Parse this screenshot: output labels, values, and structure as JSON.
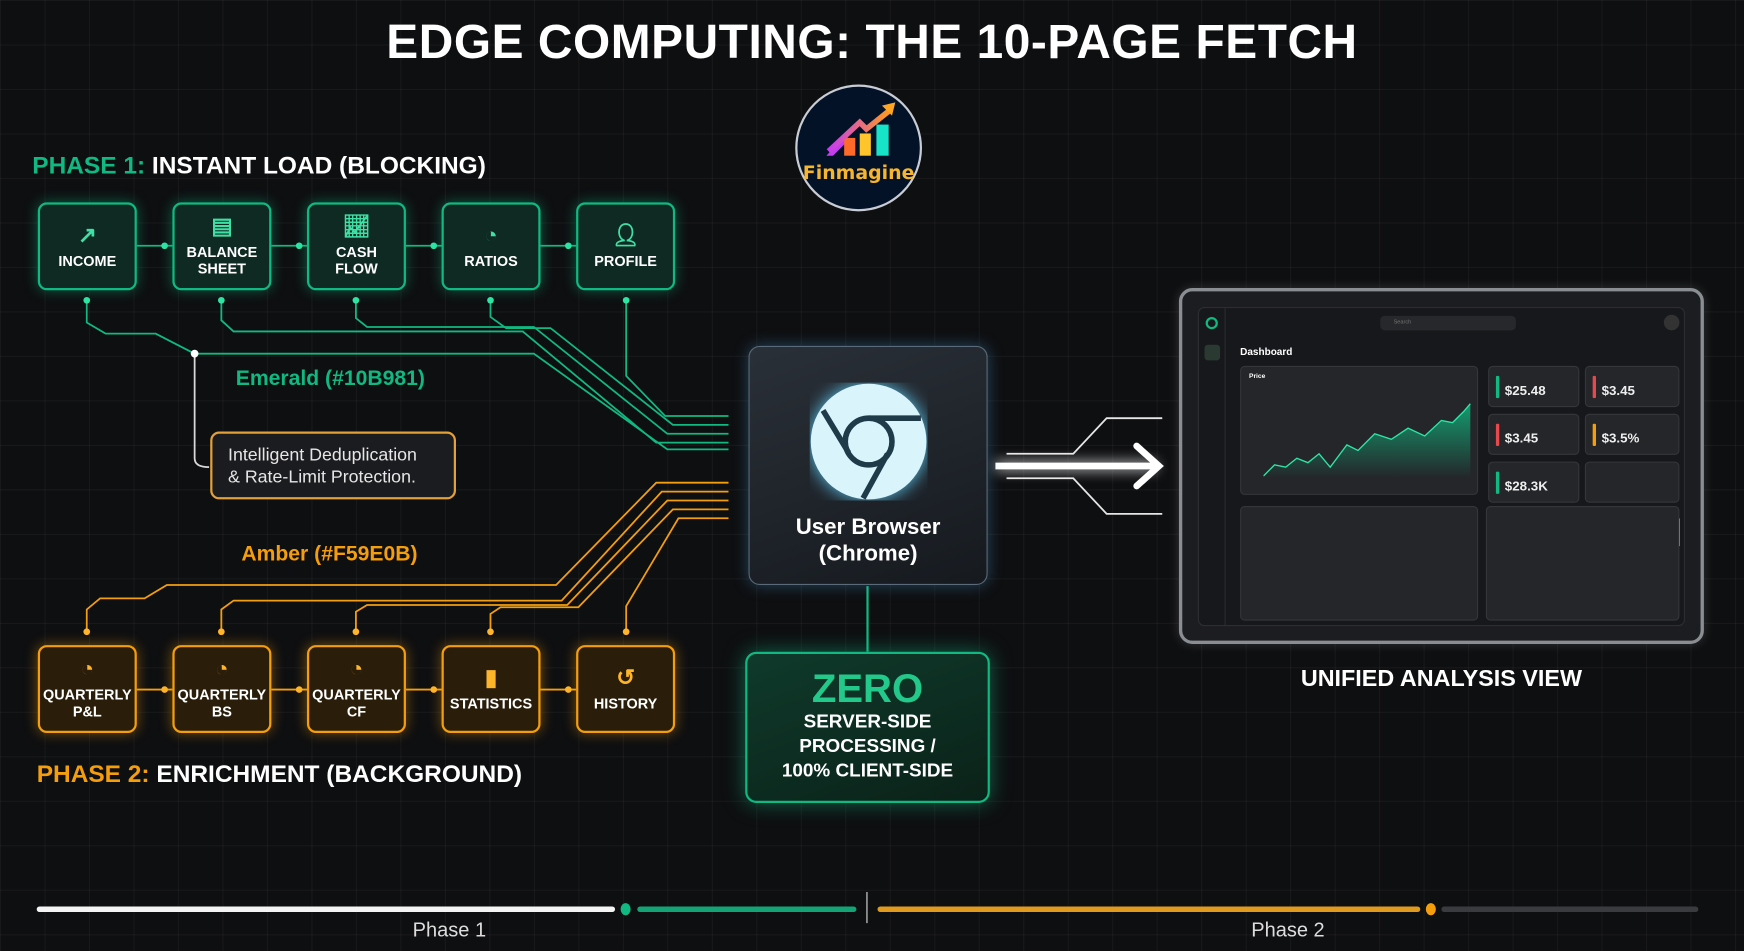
{
  "title": "EDGE COMPUTING: THE 10-PAGE FETCH",
  "logo": {
    "text": "Finmagine"
  },
  "phase1": {
    "label": "PHASE 1:",
    "title": "INSTANT LOAD (BLOCKING)",
    "color": "#10B981",
    "items": [
      {
        "label": "INCOME",
        "icon": "trending-up-icon"
      },
      {
        "label": "BALANCE\nSHEET",
        "icon": "balance-sheet-icon"
      },
      {
        "label": "CASH\nFLOW",
        "icon": "cash-flow-chart-icon"
      },
      {
        "label": "RATIOS",
        "icon": "pie-chart-icon"
      },
      {
        "label": "PROFILE",
        "icon": "user-profile-icon"
      }
    ],
    "line_label": "Emerald (#10B981)"
  },
  "phase2": {
    "label": "PHASE 2:",
    "title": "ENRICHMENT (BACKGROUND)",
    "color": "#F59E0B",
    "items": [
      {
        "label": "QUARTERLY\nP&L",
        "icon": "pie-chart-icon"
      },
      {
        "label": "QUARTERLY\nBS",
        "icon": "pie-chart-icon"
      },
      {
        "label": "QUARTERLY\nCF",
        "icon": "pie-chart-icon"
      },
      {
        "label": "STATISTICS",
        "icon": "bar-chart-icon"
      },
      {
        "label": "HISTORY",
        "icon": "history-icon"
      }
    ],
    "line_label": "Amber (#F59E0B)"
  },
  "note": {
    "line1": "Intelligent Deduplication",
    "line2": "& Rate-Limit Protection."
  },
  "browser": {
    "line1": "User Browser",
    "line2": "(Chrome)",
    "icon": "chrome-icon"
  },
  "zero": {
    "headline": "ZERO",
    "line1": "SERVER-SIDE",
    "line2": "PROCESSING /",
    "line3": "100% CLIENT-SIDE"
  },
  "dashboard": {
    "caption": "UNIFIED ANALYSIS VIEW",
    "title": "Dashboard",
    "search_placeholder": "Search",
    "chart_title": "Price",
    "kpis": [
      {
        "value": "$25.48",
        "color": "#10B981"
      },
      {
        "value": "$3.45",
        "color": "#e5484d"
      },
      {
        "value": "$3.45",
        "color": "#e5484d"
      },
      {
        "value": "$3.5%",
        "color": "#F59E0B"
      },
      {
        "value": "$28.3K",
        "color": "#10B981"
      }
    ]
  },
  "timeline": {
    "phase1_label": "Phase 1",
    "phase2_label": "Phase 2"
  }
}
